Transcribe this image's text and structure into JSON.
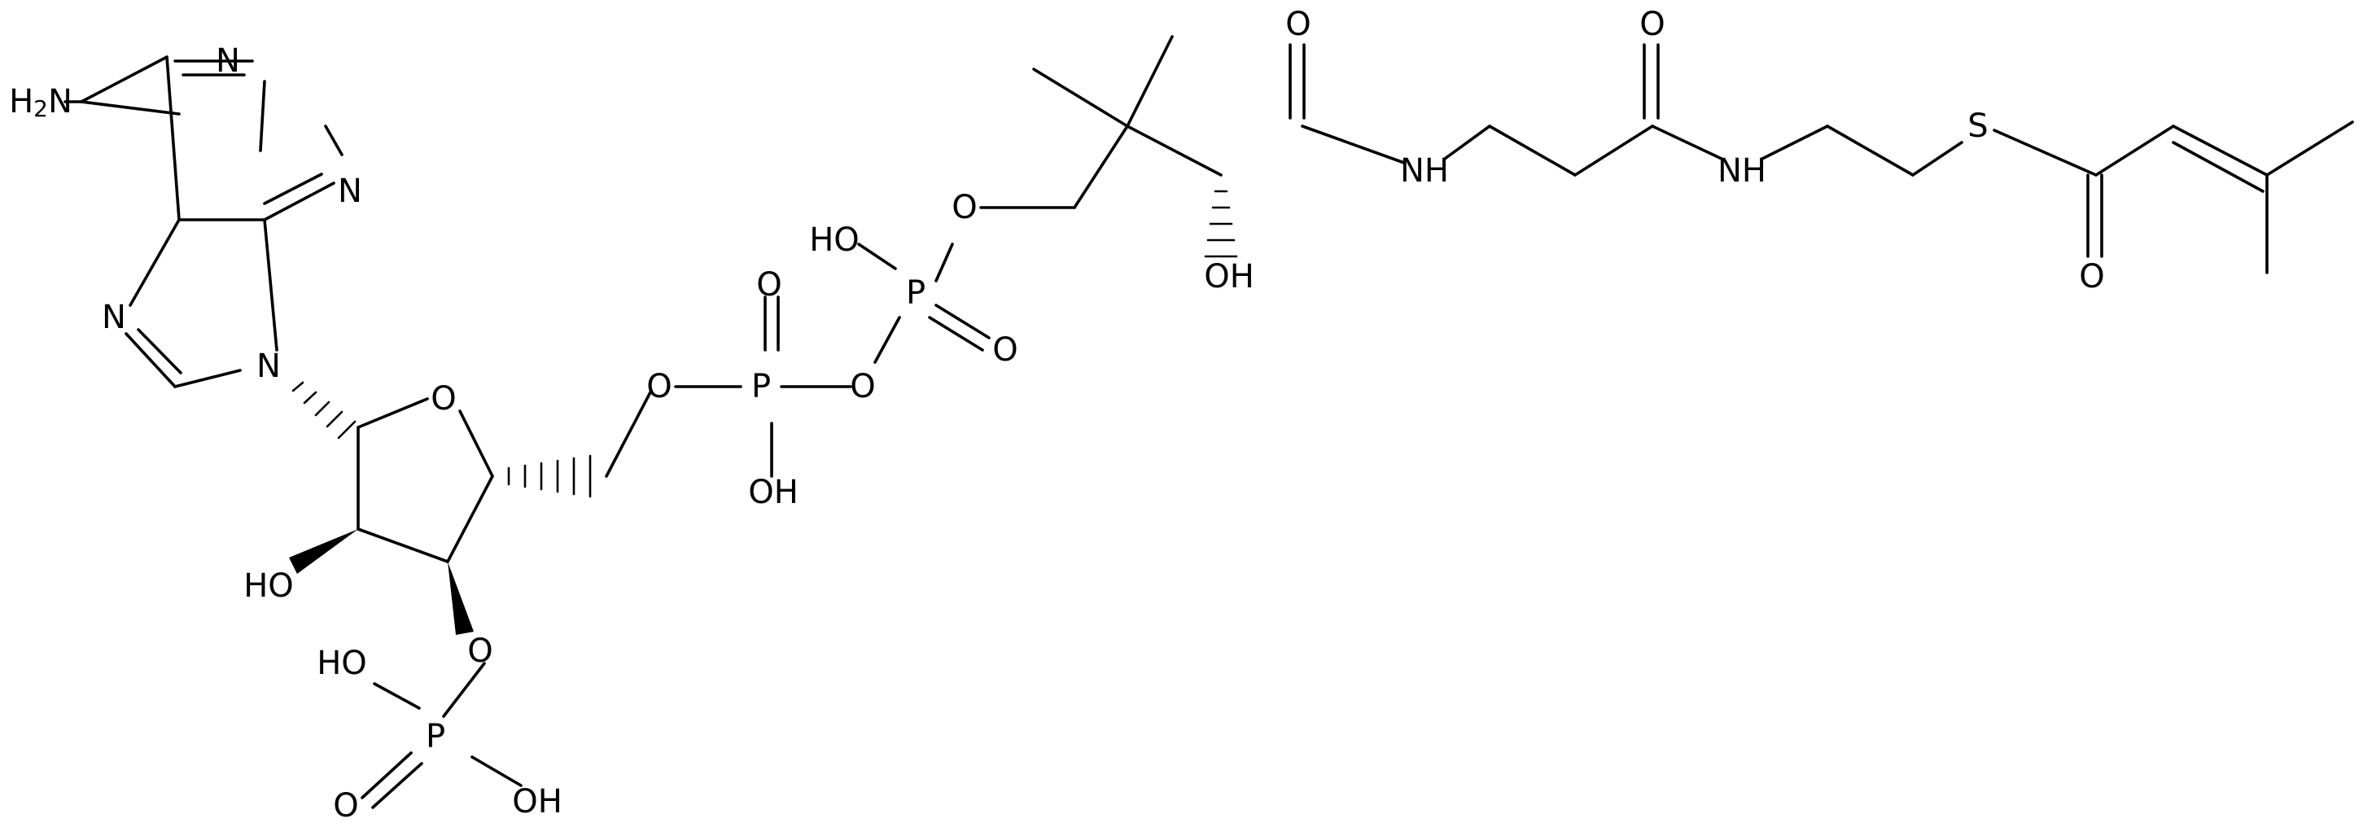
{
  "diagram": {
    "atom_labels": {
      "amine": "H2N",
      "n1": "N",
      "n3": "N",
      "n7": "N",
      "n9": "N",
      "ring_o": "O",
      "ho_2prime": "HO",
      "o_3prime": "O",
      "p3_ho_top": "HO",
      "p3": "P",
      "p3_o_double": "O",
      "p3_oh": "OH",
      "o_5prime": "O",
      "pa": "P",
      "pa_o_double": "O",
      "pa_oh": "OH",
      "o_bridge": "O",
      "pb": "P",
      "pb_ho": "HO",
      "pb_o_double": "O",
      "o_pant": "O",
      "pant_oh": "OH",
      "amide1_o": "O",
      "amide1_nh": "NH",
      "amide2_o": "O",
      "amide2_nh": "NH",
      "thio_s": "S",
      "thioester_o": "O"
    }
  }
}
